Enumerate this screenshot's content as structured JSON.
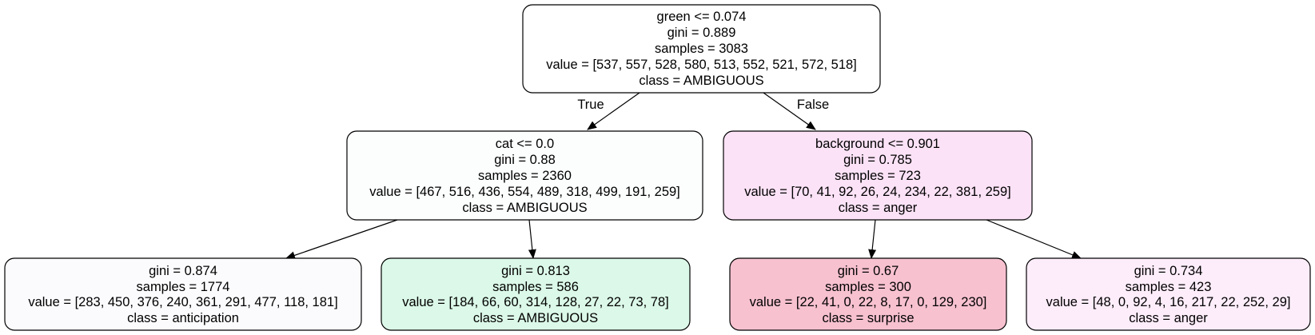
{
  "nodes": {
    "root": {
      "line1": "green <= 0.074",
      "line2": "gini = 0.889",
      "line3": "samples = 3083",
      "line4": "value = [537, 557, 528, 580, 513, 552, 521, 572, 518]",
      "line5": "class = AMBIGUOUS",
      "fill": "#ffffff"
    },
    "left": {
      "line1": "cat <= 0.0",
      "line2": "gini = 0.88",
      "line3": "samples = 2360",
      "line4": "value = [467, 516, 436, 554, 489, 318, 499, 191, 259]",
      "line5": "class = AMBIGUOUS",
      "fill": "#fbfefc"
    },
    "right": {
      "line1": "background <= 0.901",
      "line2": "gini = 0.785",
      "line3": "samples = 723",
      "line4": "value = [70, 41, 92, 26, 24, 234, 22, 381, 259]",
      "line5": "class = anger",
      "fill": "#fbe2f6"
    },
    "ll": {
      "line1": "gini = 0.874",
      "line2": "samples = 1774",
      "line3": "value = [283, 450, 376, 240, 361, 291, 477, 118, 181]",
      "line4": "class = anticipation",
      "fill": "#fbfbfe"
    },
    "lr": {
      "line1": "gini = 0.813",
      "line2": "samples = 586",
      "line3": "value = [184, 66, 60, 314, 128, 27, 22, 73, 78]",
      "line4": "class = AMBIGUOUS",
      "fill": "#dbf8e8"
    },
    "rl": {
      "line1": "gini = 0.67",
      "line2": "samples = 300",
      "line3": "value = [22, 41, 0, 22, 8, 17, 0, 129, 230]",
      "line4": "class = surprise",
      "fill": "#f7c1d0"
    },
    "rr": {
      "line1": "gini = 0.734",
      "line2": "samples = 423",
      "line3": "value = [48, 0, 92, 4, 16, 217, 22, 252, 29]",
      "line4": "class = anger",
      "fill": "#fdedfa"
    }
  },
  "edges": {
    "true_label": "True",
    "false_label": "False"
  }
}
